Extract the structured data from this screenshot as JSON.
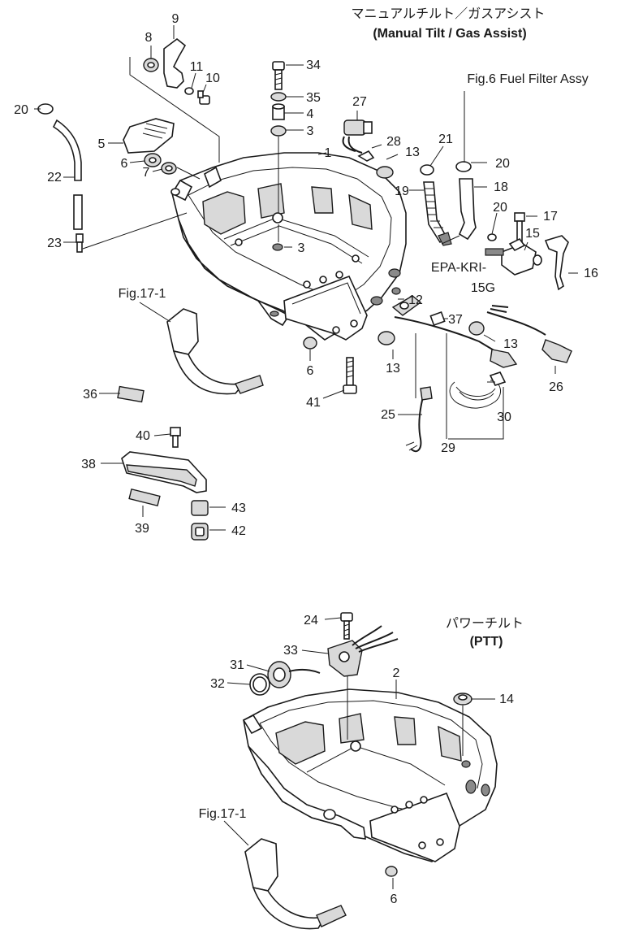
{
  "manual_section": {
    "title_jp": "マニュアルチルト／ガスアシスト",
    "title_en": "(Manual Tilt / Gas Assist)"
  },
  "ptt_section": {
    "title_jp": "パワーチルト",
    "title_en": "(PTT)"
  },
  "fuel_filter_ref": "Fig.6 Fuel Filter Assy",
  "fig_ref_top": "Fig.17-1",
  "fig_ref_bottom": "Fig.17-1",
  "epa_label_1": "EPA-KRI-",
  "epa_label_2": "15G",
  "callouts": {
    "c1": "1",
    "c2": "2",
    "c3a": "3",
    "c3b": "3",
    "c4": "4",
    "c5": "5",
    "c6a": "6",
    "c6b": "6",
    "c6c": "6",
    "c7": "7",
    "c8": "8",
    "c9": "9",
    "c10": "10",
    "c11": "11",
    "c12": "12",
    "c13a": "13",
    "c13b": "13",
    "c13c": "13",
    "c14": "14",
    "c15": "15",
    "c16": "16",
    "c17": "17",
    "c18": "18",
    "c19": "19",
    "c20a": "20",
    "c20b": "20",
    "c20c": "20",
    "c21": "21",
    "c22": "22",
    "c23": "23",
    "c24": "24",
    "c25": "25",
    "c26": "26",
    "c27": "27",
    "c28": "28",
    "c29": "29",
    "c30": "30",
    "c31": "31",
    "c32": "32",
    "c33": "33",
    "c34": "34",
    "c35": "35",
    "c36": "36",
    "c37": "37",
    "c38": "38",
    "c39": "39",
    "c40": "40",
    "c41": "41",
    "c42": "42",
    "c43": "43"
  }
}
